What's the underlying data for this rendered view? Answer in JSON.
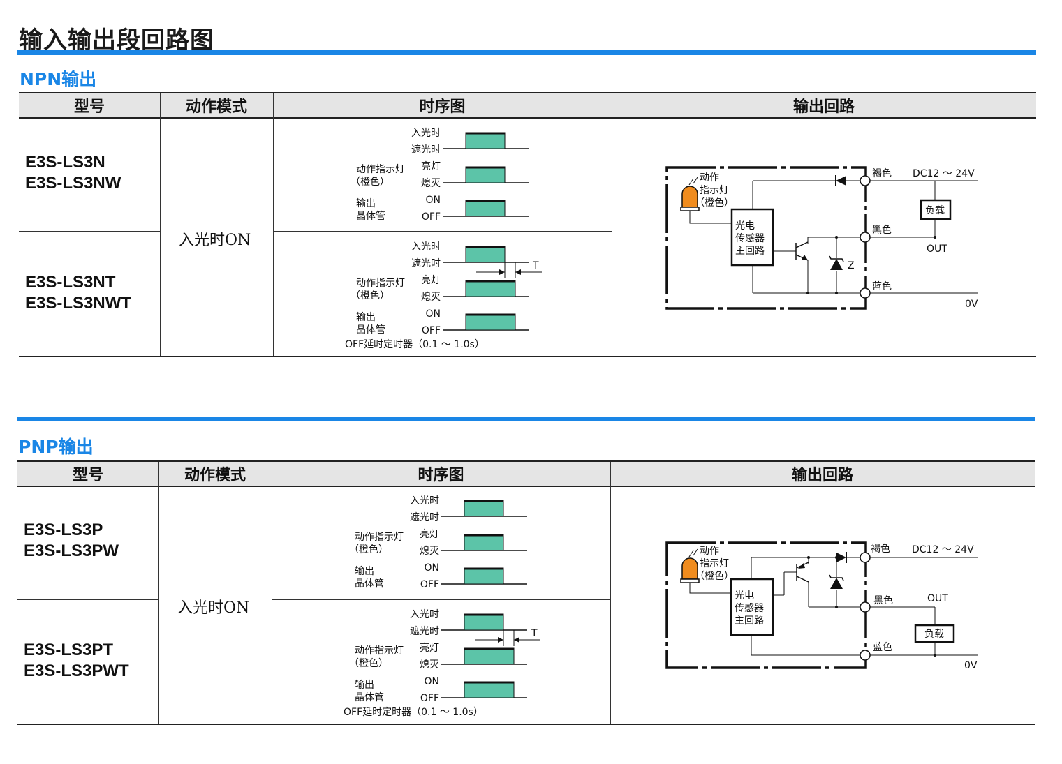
{
  "page_title": "输入输出段回路图",
  "headers": {
    "model": "型号",
    "mode": "动作模式",
    "timing": "时序图",
    "circuit": "输出回路"
  },
  "labels": {
    "light_in": "入光时",
    "light_block": "遮光时",
    "indicator": "动作指示灯",
    "indicator_color": "（橙色）",
    "lamp_on": "亮灯",
    "lamp_off": "熄灭",
    "output": "输出",
    "transistor": "晶体管",
    "on": "ON",
    "off": "OFF",
    "t": "T",
    "timer_note": "OFF延时定时器（0.1 ～ 1.0s）",
    "circ_action": "动作",
    "circ_indicator": "指示灯",
    "circ_color": "（橙色）",
    "main1": "光电",
    "main2": "传感器",
    "main3": "主回路",
    "brown": "褐色",
    "black": "黑色",
    "blue": "蓝色",
    "supply": "DC12 ～ 24V",
    "load": "负载",
    "out": "OUT",
    "zero": "0V",
    "z": "Z"
  },
  "npn": {
    "title": "NPN输出",
    "mode": "入光时ON",
    "model_a1": "E3S-LS3N",
    "model_a2": "E3S-LS3NW",
    "model_b1": "E3S-LS3NT",
    "model_b2": "E3S-LS3NWT"
  },
  "pnp": {
    "title": "PNP输出",
    "mode": "入光时ON",
    "model_a1": "E3S-LS3P",
    "model_a2": "E3S-LS3PW",
    "model_b1": "E3S-LS3PT",
    "model_b2": "E3S-LS3PWT"
  },
  "colors": {
    "accent": "#1a86e6",
    "pulse": "#5cc4a8",
    "lamp": "#f08c1e"
  }
}
